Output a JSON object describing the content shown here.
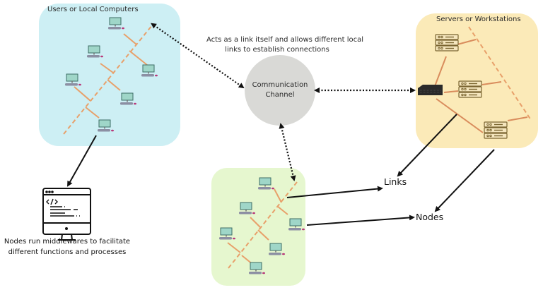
{
  "groups": {
    "users": {
      "title": "Users or Local Computers",
      "fill": "#cdeff4"
    },
    "servers": {
      "title": "Servers or Workstations",
      "fill": "#fbeab8"
    },
    "local": {
      "fill": "#e6f7cf"
    }
  },
  "channel": {
    "line1": "Communication",
    "line2": "Channel",
    "fill": "#d9d9d6",
    "caption_line1": "Acts as a link itself and allows different local",
    "caption_line2": "links to establish connections"
  },
  "middleware": {
    "caption_line1": "Nodes run middlewares to facilitate",
    "caption_line2": "different functions and processes",
    "icon": "code-monitor-icon"
  },
  "labels": {
    "links": "Links",
    "nodes": "Nodes"
  },
  "colors": {
    "bus": "#e8a06a",
    "link": "#d98c5c",
    "arrow": "#111111",
    "monitor_screen": "#9fd6c8",
    "server": "#7a6530"
  }
}
